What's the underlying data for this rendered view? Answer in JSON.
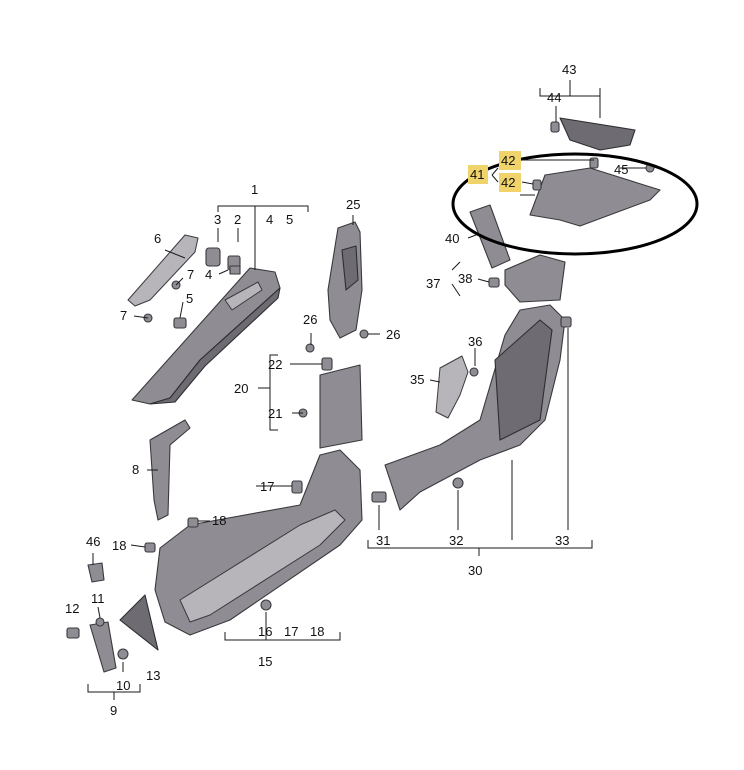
{
  "labels": {
    "l1": "1",
    "l2": "2",
    "l3": "3",
    "l4": "4",
    "l5": "5",
    "l4b": "4",
    "l5b": "5",
    "l6": "6",
    "l7": "7",
    "l7b": "7",
    "l8": "8",
    "l9": "9",
    "l10": "10",
    "l11": "11",
    "l12": "12",
    "l13": "13",
    "l15": "15",
    "l16": "16",
    "l17": "17",
    "l17b": "17",
    "l18": "18",
    "l18b": "18",
    "l18c": "18",
    "l20": "20",
    "l21": "21",
    "l22": "22",
    "l25": "25",
    "l26": "26",
    "l26b": "26",
    "l30": "30",
    "l31": "31",
    "l32": "32",
    "l33": "33",
    "l35": "35",
    "l36": "36",
    "l37": "37",
    "l38": "38",
    "l40": "40",
    "l41": "41",
    "l42": "42",
    "l42b": "42",
    "l43": "43",
    "l44": "44",
    "l45": "45",
    "l46": "46"
  },
  "highlight_color": "#f0d36a",
  "part_color": "#8f8d93"
}
